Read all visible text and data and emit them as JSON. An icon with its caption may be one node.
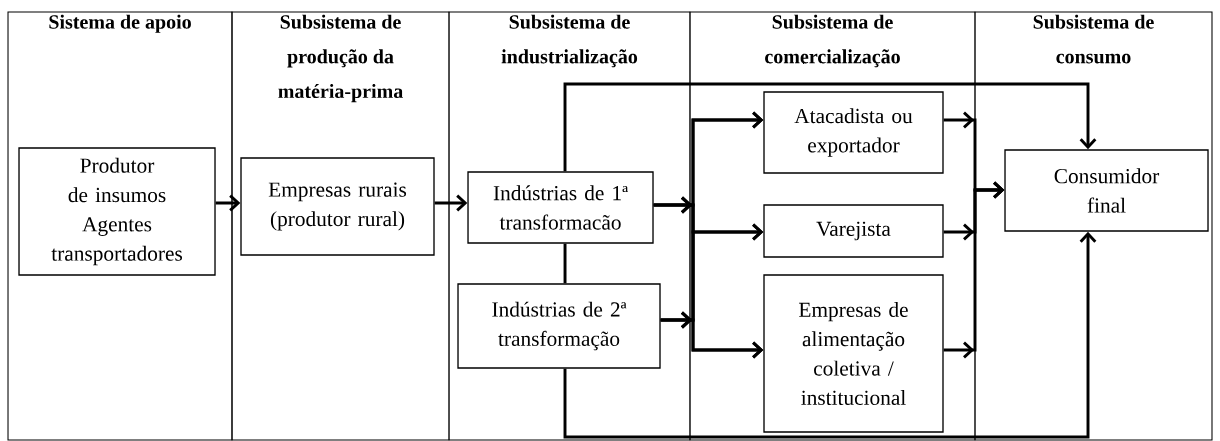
{
  "diagram": {
    "nodes": [
      {
        "text": [
          "Sistema de apoio"
        ]
      },
      {
        "text": [
          "Subsistema de produção da matéria-prima"
        ]
      },
      {
        "text": [
          "Subsistema de industrialização"
        ]
      },
      {
        "text": [
          "Subsistema de comercialização"
        ]
      },
      {
        "text": [
          "Subsistema de consumo"
        ]
      },
      {
        "text": [
          "Produtor de insumos",
          "Agentes transportadores"
        ],
        "in": 0
      },
      {
        "text": [
          "Empresas rurais (produtor rural)"
        ],
        "in": 1
      },
      {
        "text": [
          "Indústrias de 1ª transformacão"
        ],
        "in": 2
      },
      {
        "text": [
          "Indústrias de 2ª transformação"
        ],
        "in": 2
      },
      {
        "text": [
          "Atacadista ou exportador"
        ],
        "in": 3
      },
      {
        "text": [
          "Varejista"
        ],
        "in": 3
      },
      {
        "text": [
          "Empresas de alimentação coletiva / institucional"
        ],
        "in": 3
      },
      {
        "text": [
          "Consumidor final"
        ],
        "in": 4
      }
    ],
    "edges": [
      {
        "from": 5,
        "to": 6,
        "arrow": "to"
      },
      {
        "from": 6,
        "to": 7,
        "arrow": "to"
      },
      {
        "from": 7,
        "to": 12,
        "arrow": "to"
      },
      {
        "from": 7,
        "to": 8,
        "arrow": "none"
      },
      {
        "from": 8,
        "to": 12,
        "arrow": "to"
      },
      {
        "from": 7,
        "to": 9,
        "arrow": "to"
      },
      {
        "from": 7,
        "to": 10,
        "arrow": "to"
      },
      {
        "from": 7,
        "to": 11,
        "arrow": "to"
      },
      {
        "from": 8,
        "to": 9,
        "arrow": "to"
      },
      {
        "from": 8,
        "to": 10,
        "arrow": "to"
      },
      {
        "from": 8,
        "to": 11,
        "arrow": "to"
      },
      {
        "from": 9,
        "to": 12,
        "arrow": "to"
      },
      {
        "from": 10,
        "to": 12,
        "arrow": "to"
      },
      {
        "from": 11,
        "to": 12,
        "arrow": "to"
      }
    ]
  }
}
